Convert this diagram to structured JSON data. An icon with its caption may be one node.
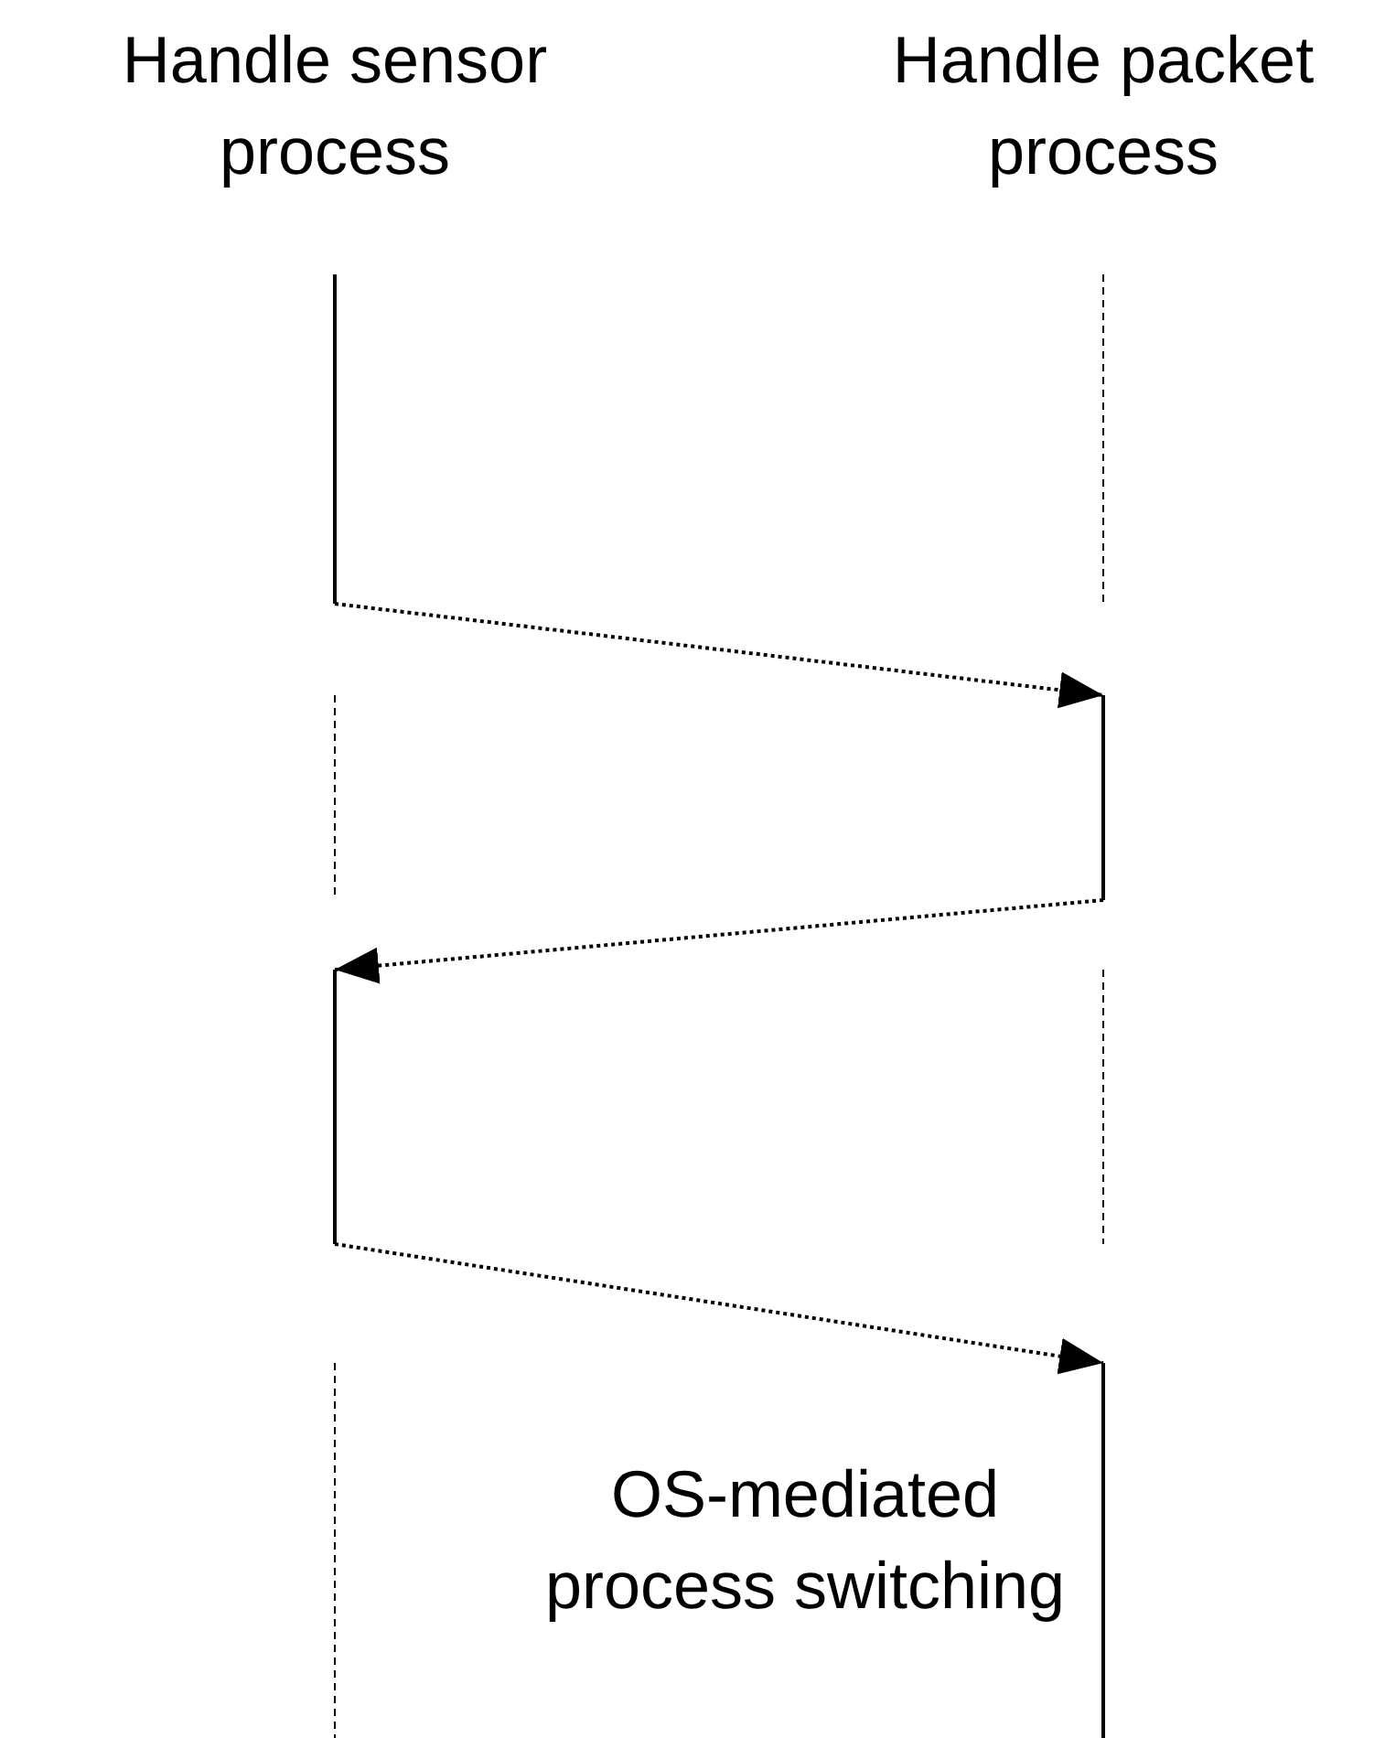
{
  "diagram": {
    "caption": "OS-mediated process switching",
    "nodes": [
      {
        "text": [
          "Handle sensor process"
        ]
      },
      {
        "text": [
          "Handle packet process"
        ]
      },
      {
        "text": [],
        "shape": "bar"
      },
      {
        "text": [],
        "shape": "bar"
      },
      {
        "text": [],
        "shape": "bar"
      },
      {
        "text": [],
        "shape": "bar"
      }
    ],
    "edges": [
      {
        "from": 2,
        "to": 3,
        "arrow": "to",
        "style": "dashed"
      },
      {
        "from": 3,
        "to": 4,
        "arrow": "to",
        "style": "dashed"
      },
      {
        "from": 4,
        "to": 5,
        "arrow": "to",
        "style": "dashed"
      }
    ]
  }
}
